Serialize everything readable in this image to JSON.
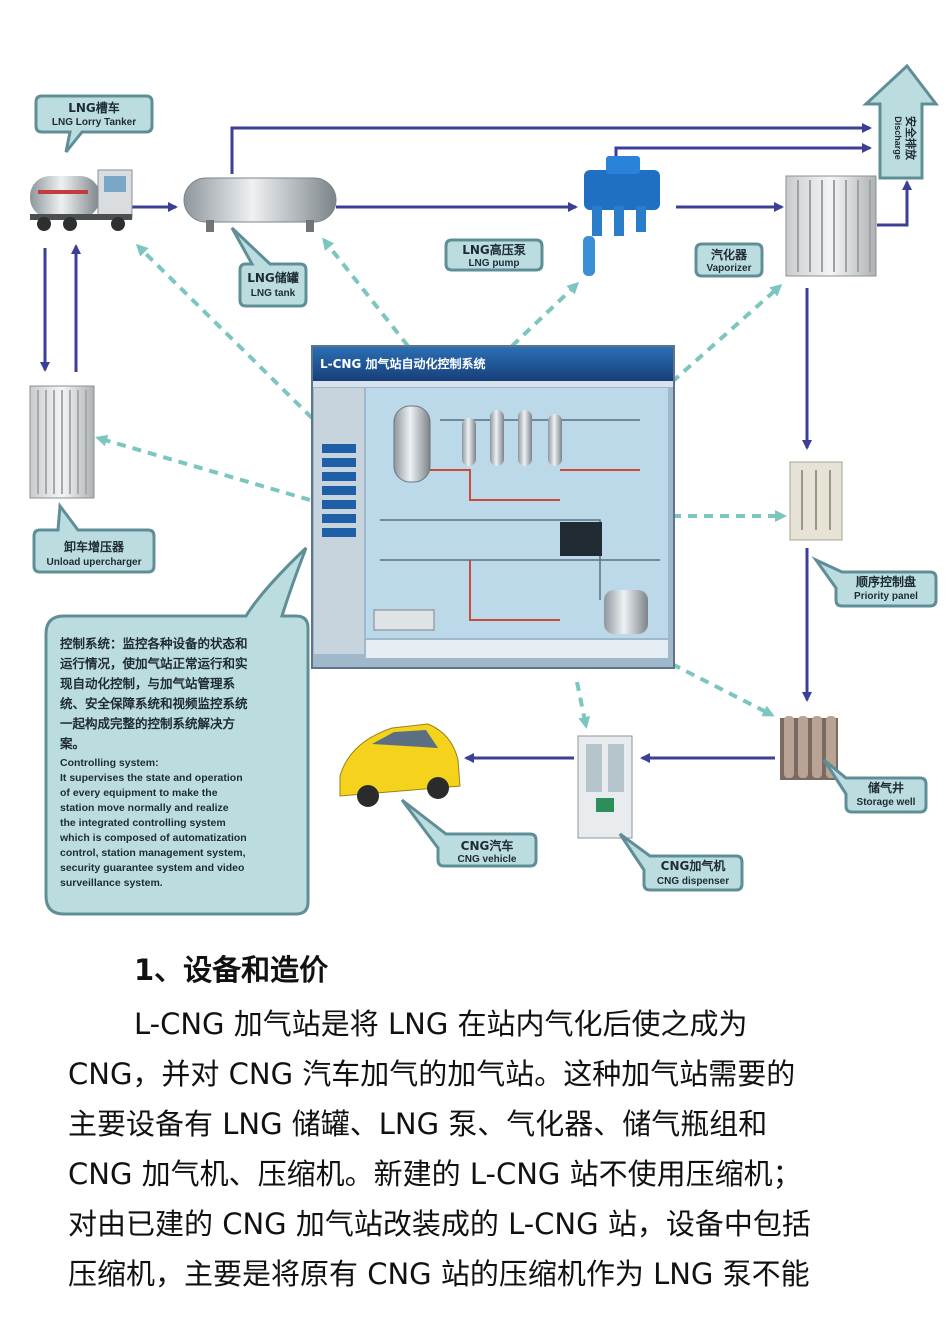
{
  "nodes": {
    "lorry": {
      "cn": "LNG槽车",
      "en": "LNG Lorry Tanker"
    },
    "tank": {
      "cn": "LNG储罐",
      "en": "LNG tank"
    },
    "pump": {
      "cn": "LNG高压泵",
      "en": "LNG pump"
    },
    "vaporizer": {
      "cn": "汽化器",
      "en": "Vaporizer"
    },
    "discharge": {
      "cn": "安全排放",
      "en": "Discharge"
    },
    "uploader": {
      "cn": "卸车增压器",
      "en": "Unload upercharger"
    },
    "priority": {
      "cn": "顺序控制盘",
      "en": "Priority panel"
    },
    "storage": {
      "cn": "储气井",
      "en": "Storage well"
    },
    "dispenser": {
      "cn": "CNG加气机",
      "en": "CNG dispenser"
    },
    "vehicle": {
      "cn": "CNG汽车",
      "en": "CNG vehicle"
    }
  },
  "control_screen": {
    "title": "L-CNG 加气站自动化控制系统"
  },
  "control_note": {
    "cn_lines": [
      "控制系统：监控各种设备的状态和",
      "运行情况，使加气站正常运行和实",
      "现自动化控制，与加气站管理系",
      "统、安全保障系统和视频监控系统",
      "一起构成完整的控制系统解决方",
      "案。"
    ],
    "en_lines": [
      "Controlling system:",
      "It supervises the state and operation",
      "of every equipment to make the",
      "station move normally and realize",
      "the integrated controlling system",
      "which is composed of automatization",
      "control, station management system,",
      "security guarantee system and video",
      "surveillance system."
    ]
  },
  "colors": {
    "flow_arrow": "#3b3f96",
    "control_arrow": "#7cc6bf",
    "callout_fill": "#bcdde0",
    "callout_stroke": "#5f8e96"
  },
  "article": {
    "heading": "1、设备和造价",
    "lines": [
      "L-CNG 加气站是将 LNG 在站内气化后使之成为",
      "CNG，并对 CNG 汽车加气的加气站。这种加气站需要的",
      "主要设备有 LNG 储罐、LNG 泵、气化器、储气瓶组和",
      "CNG 加气机、压缩机。新建的 L-CNG 站不使用压缩机；",
      "对由已建的 CNG 加气站改装成的 L-CNG 站，设备中包括",
      "压缩机，主要是将原有 CNG 站的压缩机作为 LNG 泵不能"
    ]
  }
}
